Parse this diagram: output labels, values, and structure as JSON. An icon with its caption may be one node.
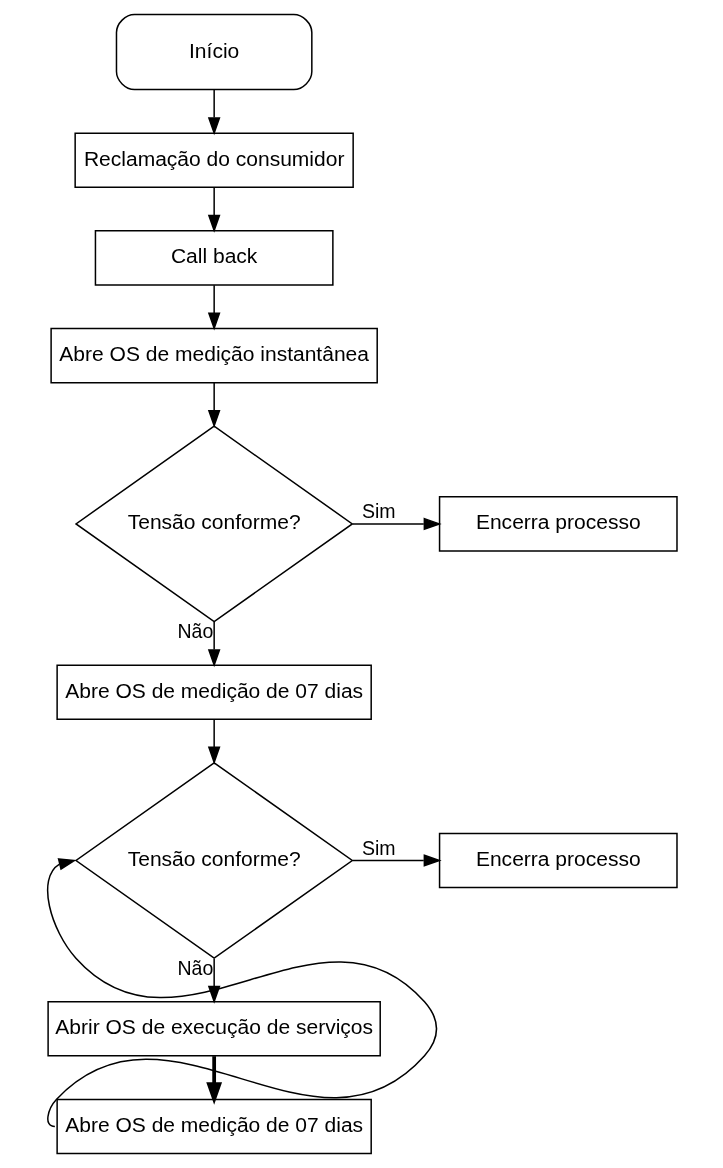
{
  "diagram": {
    "nodes": [
      {
        "text": [
          "Início"
        ]
      },
      {
        "text": [
          "Reclamação do consumidor"
        ]
      },
      {
        "text": [
          "Call back"
        ]
      },
      {
        "text": [
          "Abre OS de medição instantânea"
        ]
      },
      {
        "text": [
          "Tensão conforme?"
        ]
      },
      {
        "text": [
          "Encerra processo"
        ]
      },
      {
        "text": [
          "Abre OS de medição de 07 dias"
        ]
      },
      {
        "text": [
          "Tensão conforme?"
        ]
      },
      {
        "text": [
          "Encerra processo"
        ]
      },
      {
        "text": [
          "Abrir OS de execução de serviços"
        ]
      },
      {
        "text": [
          "Abre OS de medição de 07 dias"
        ]
      }
    ],
    "edges": [
      {
        "from": 0,
        "to": 1,
        "arrow": "to"
      },
      {
        "from": 1,
        "to": 2,
        "arrow": "to"
      },
      {
        "from": 2,
        "to": 3,
        "arrow": "to"
      },
      {
        "from": 3,
        "to": 4,
        "arrow": "to"
      },
      {
        "from": 4,
        "to": 5,
        "arrow": "to",
        "label": "Sim"
      },
      {
        "from": 4,
        "to": 6,
        "arrow": "to",
        "label": "Não"
      },
      {
        "from": 6,
        "to": 7,
        "arrow": "to"
      },
      {
        "from": 7,
        "to": 8,
        "arrow": "to",
        "label": "Sim"
      },
      {
        "from": 7,
        "to": 9,
        "arrow": "to",
        "label": "Não"
      },
      {
        "from": 9,
        "to": 10,
        "arrow": "to",
        "style": "thick"
      },
      {
        "from": 10,
        "to": 7,
        "arrow": "to"
      }
    ]
  }
}
